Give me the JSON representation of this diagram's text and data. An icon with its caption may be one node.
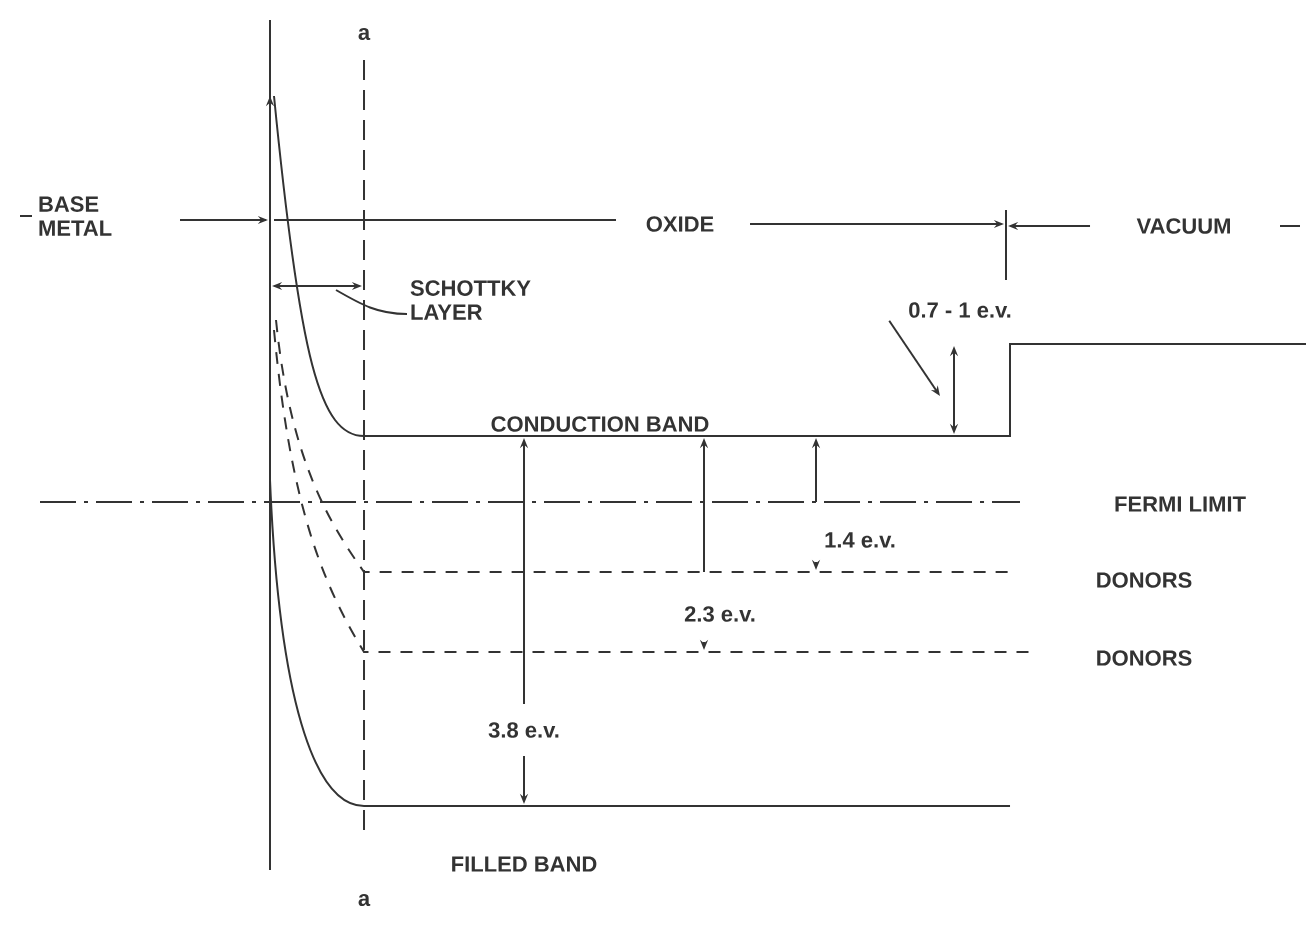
{
  "diagram": {
    "nodes": [
      {
        "text": [
          "SCHOTTKY LAYER"
        ]
      },
      {
        "text": [
          "0.7 - 1 e.v."
        ]
      }
    ],
    "edges": [
      {
        "from": 0,
        "to": null,
        "arrow": "none"
      },
      {
        "from": 1,
        "to": null,
        "arrow": "to"
      }
    ],
    "labels": [
      "a",
      "BASE METAL",
      "OXIDE",
      "VACUUM",
      "CONDUCTION BAND",
      "FERMI LIMIT",
      "1.4 e.v.",
      "DONORS",
      "2.3 e.v.",
      "DONORS",
      "3.8 e.v.",
      "FILLED BAND",
      "a"
    ]
  }
}
